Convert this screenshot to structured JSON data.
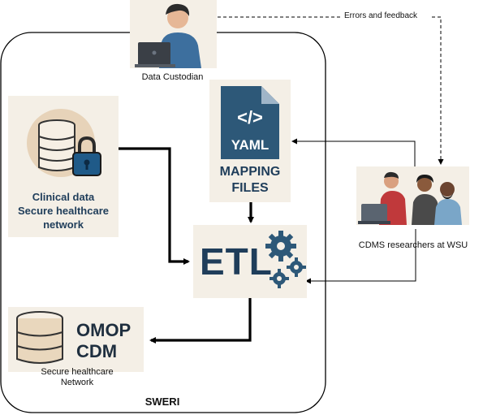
{
  "nodes": {
    "data_custodian": "Data Custodian",
    "clinical_data_line1": "Clinical data",
    "clinical_data_line2": "Secure healthcare",
    "clinical_data_line3": "network",
    "yaml_badge": "YAML",
    "yaml_code": "</>",
    "mapping_files_line1": "MAPPING",
    "mapping_files_line2": "FILES",
    "etl": "ETL",
    "omop_line1": "OMOP",
    "omop_line2": "CDM",
    "omop_caption_line1": "Secure healthcare",
    "omop_caption_line2": "Network",
    "cdms_researchers": "CDMS researchers at WSU",
    "container": "SWERI"
  },
  "edges": {
    "feedback": "Errors and feedback"
  },
  "colors": {
    "card_bg": "#f4efe6",
    "navy": "#1f3d5a",
    "yaml_blue": "#2d5878",
    "line": "#000000"
  }
}
